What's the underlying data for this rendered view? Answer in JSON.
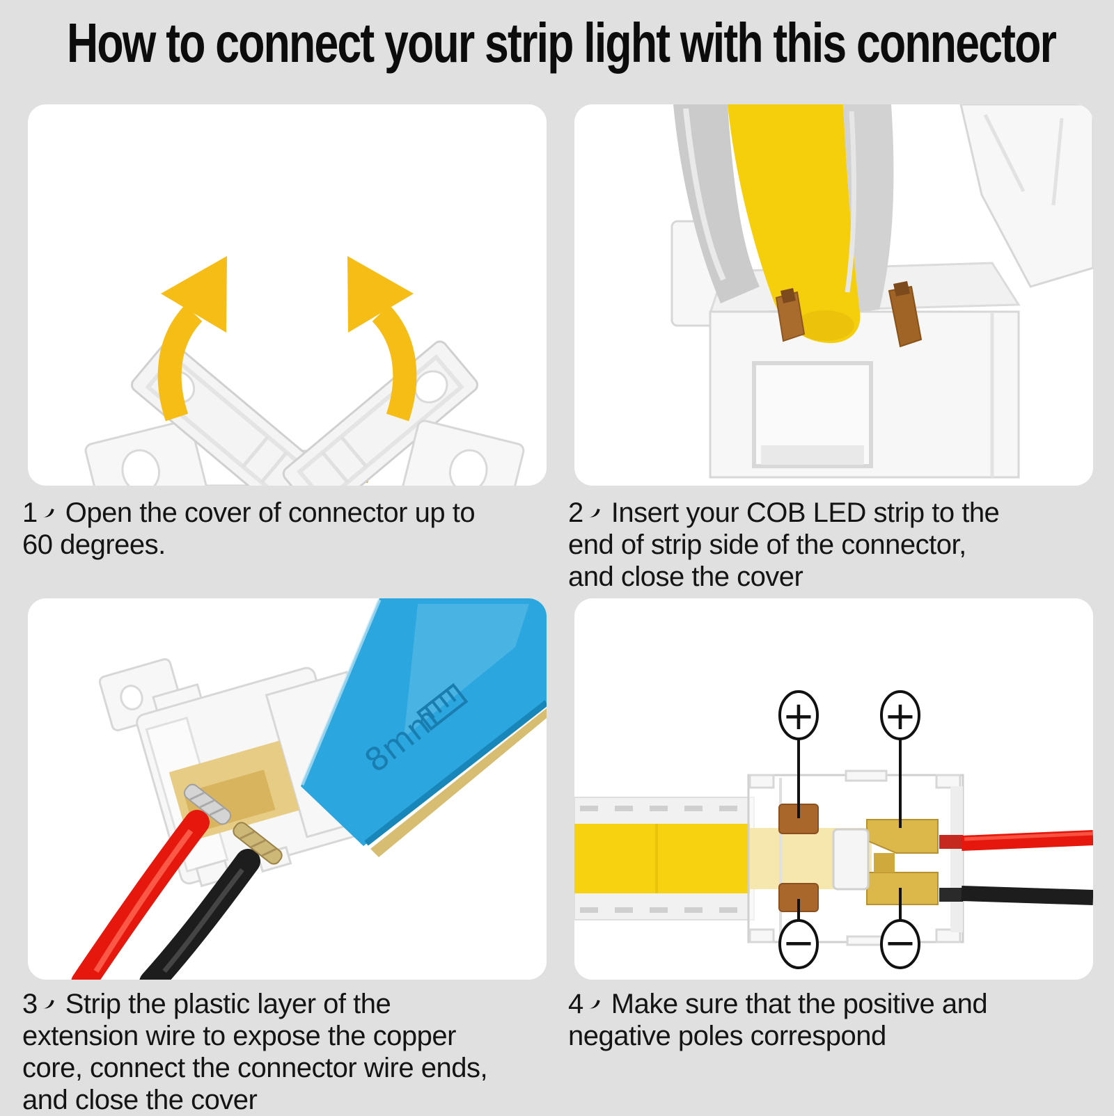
{
  "title": "How to connect your strip light with this connector",
  "steps": [
    {
      "number": "1",
      "separator": "、",
      "lines": [
        "Open the cover of connector up to",
        "60 degrees."
      ]
    },
    {
      "number": "2",
      "separator": "、",
      "lines": [
        "Insert your COB LED strip to the",
        "end of strip side of the connector,",
        "and close the cover"
      ]
    },
    {
      "number": "3",
      "separator": "、",
      "lines": [
        "Strip the plastic layer of the",
        "extension wire to expose the copper",
        "core, connect the connector wire ends,",
        "and close the cover"
      ]
    },
    {
      "number": "4",
      "separator": "、",
      "lines": [
        "Make sure that the positive and",
        "negative poles correspond"
      ]
    }
  ],
  "figures": {
    "strip_marking": "8mm",
    "positive_symbol": "+",
    "negative_symbol": "−"
  },
  "colors": {
    "background": "#e0e0e0",
    "panel": "#ffffff",
    "title_text": "#0c0c0c",
    "caption_text": "#141414",
    "arrow_yellow": "#f6bd16",
    "strip_yellow": "#f5ce0c",
    "strip_blue": "#2ba6de",
    "wire_red": "#e6170c",
    "wire_black": "#1d1d1d",
    "copper": "#a9672c",
    "brass": "#dcb84a",
    "clear_plastic": "#f7f7f7"
  }
}
